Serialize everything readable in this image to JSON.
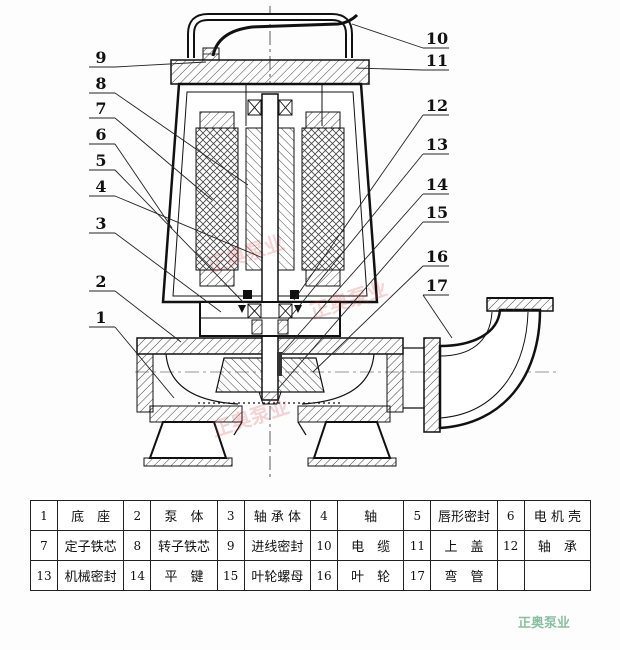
{
  "page": {
    "background": "#fdfdfd"
  },
  "diagram": {
    "description": "submersible-pump-cross-section",
    "callouts": {
      "left": [
        "9",
        "8",
        "7",
        "6",
        "5",
        "4",
        "3",
        "2",
        "1"
      ],
      "right": [
        "10",
        "11",
        "12",
        "13",
        "14",
        "15",
        "16",
        "17"
      ]
    }
  },
  "parts_table": {
    "rows": [
      [
        {
          "no": "1",
          "name": "底　座"
        },
        {
          "no": "2",
          "name": "泵　体"
        },
        {
          "no": "3",
          "name": "轴 承 体"
        },
        {
          "no": "4",
          "name": "轴"
        },
        {
          "no": "5",
          "name": "唇形密封"
        },
        {
          "no": "6",
          "name": "电 机 壳"
        }
      ],
      [
        {
          "no": "7",
          "name": "定子铁芯"
        },
        {
          "no": "8",
          "name": "转子铁芯"
        },
        {
          "no": "9",
          "name": "进线密封"
        },
        {
          "no": "10",
          "name": "电　缆"
        },
        {
          "no": "11",
          "name": "上　盖"
        },
        {
          "no": "12",
          "name": "轴　承"
        }
      ],
      [
        {
          "no": "13",
          "name": "机械密封"
        },
        {
          "no": "14",
          "name": "平　键"
        },
        {
          "no": "15",
          "name": "叶轮螺母"
        },
        {
          "no": "16",
          "name": "叶　轮"
        },
        {
          "no": "17",
          "name": "弯　管"
        },
        {
          "no": "",
          "name": ""
        }
      ]
    ]
  },
  "watermarks": [
    {
      "text": "正奥泵业",
      "color": "#cc3333"
    },
    {
      "text": "正奥泵业",
      "color": "#cc3333"
    },
    {
      "text": "正奥泵业",
      "color": "#cc3333"
    },
    {
      "text": "正奥泵业",
      "color": "#2e8b57"
    }
  ],
  "colors": {
    "line": "#111111",
    "watermark_red": "#cc3333",
    "watermark_green": "#2e8b57"
  }
}
